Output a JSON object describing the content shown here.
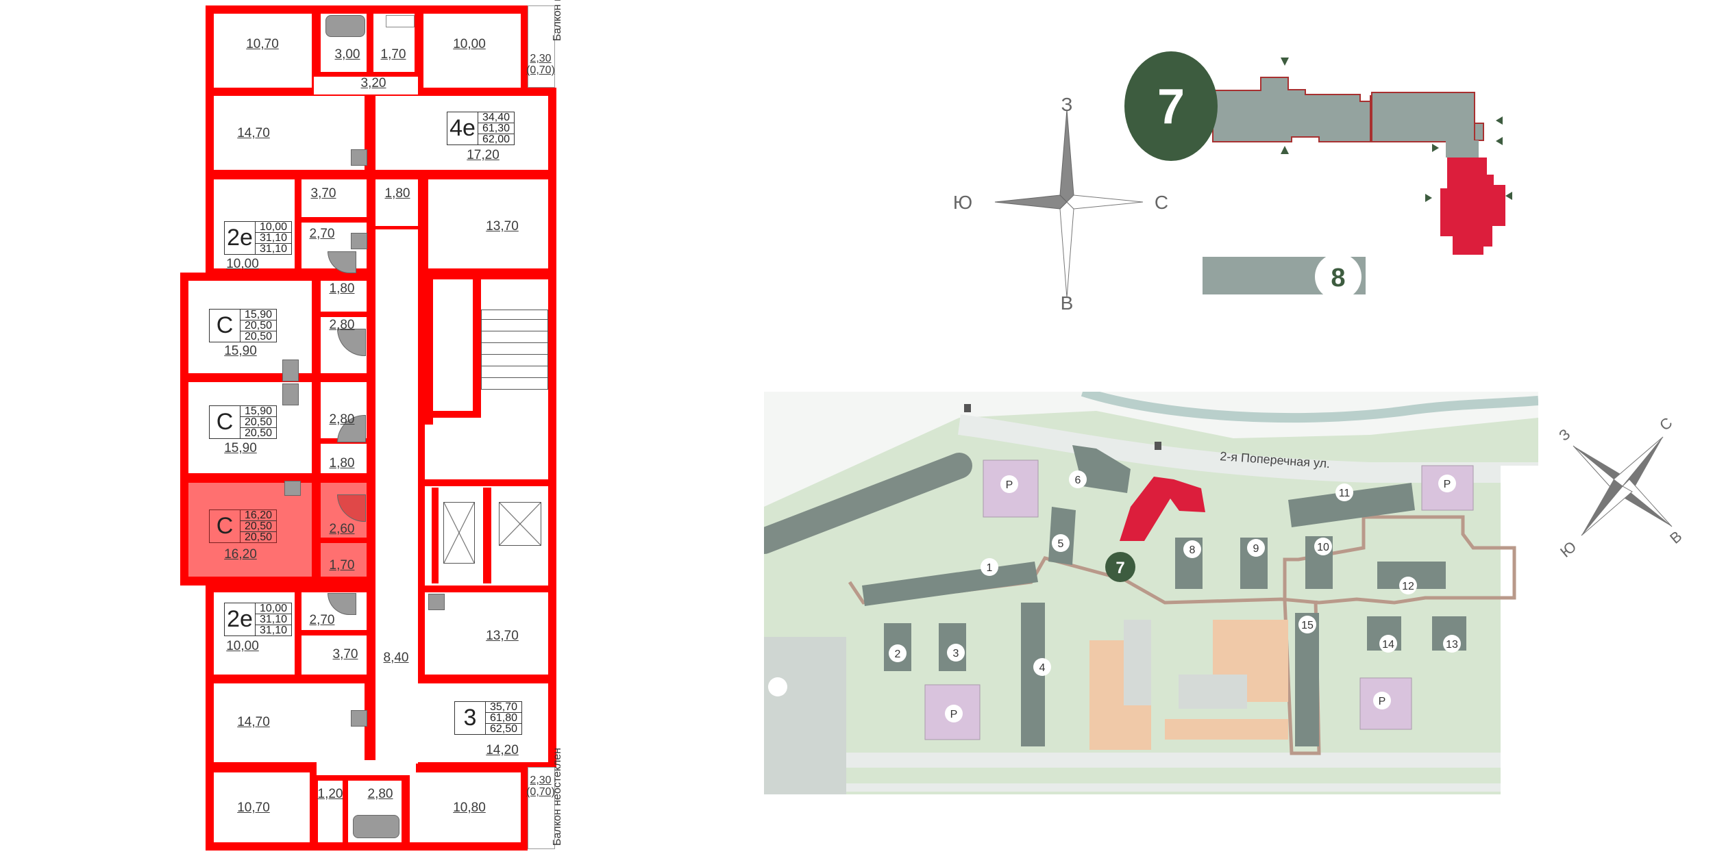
{
  "plan": {
    "balcony_label": "Балкон неостеклен",
    "rooms": [
      "10,70",
      "3,00",
      "1,70",
      "10,00",
      "3,20",
      "2,30",
      "(0,70)",
      "14,70",
      "17,20",
      "10,00",
      "3,70",
      "1,80",
      "2,70",
      "13,70",
      "1,80",
      "2,80",
      "15,90",
      "15,90",
      "2,80",
      "1,80",
      "16,20",
      "2,60",
      "1,70",
      "10,00",
      "2,70",
      "3,70",
      "8,40",
      "13,70",
      "14,70",
      "14,20",
      "10,70",
      "1,20",
      "2,80",
      "10,80",
      "2,30",
      "(0,70)"
    ],
    "apartments": [
      {
        "type": "4е",
        "values": [
          "34,40",
          "61,30",
          "62,00"
        ]
      },
      {
        "type": "2е",
        "values": [
          "10,00",
          "31,10",
          "31,10"
        ]
      },
      {
        "type": "С",
        "values": [
          "15,90",
          "20,50",
          "20,50"
        ]
      },
      {
        "type": "С",
        "values": [
          "15,90",
          "20,50",
          "20,50"
        ]
      },
      {
        "type": "С",
        "values": [
          "16,20",
          "20,50",
          "20,50"
        ],
        "selected": true
      },
      {
        "type": "2е",
        "values": [
          "10,00",
          "31,10",
          "31,10"
        ]
      },
      {
        "type": "3",
        "values": [
          "35,70",
          "61,80",
          "62,50"
        ]
      }
    ],
    "highlight_color": "#ff7070",
    "wall_color": "#ff0000"
  },
  "building_scheme": {
    "building_number": "7",
    "neighbor_number": "8",
    "compass": {
      "top": "З",
      "bottom": "В",
      "left": "Ю",
      "right": "С"
    },
    "building_color": "#3d5c3f",
    "selected_section_color": "#dc1e3c"
  },
  "site_map": {
    "street": "2-я Поперечная ул.",
    "buildings": [
      "1",
      "2",
      "3",
      "4",
      "5",
      "6",
      "7",
      "8",
      "9",
      "10",
      "11",
      "12",
      "13",
      "14",
      "15"
    ],
    "parking_label": "P",
    "compass": {
      "n": "С",
      "w": "З",
      "e": "В",
      "s": "Ю"
    }
  }
}
